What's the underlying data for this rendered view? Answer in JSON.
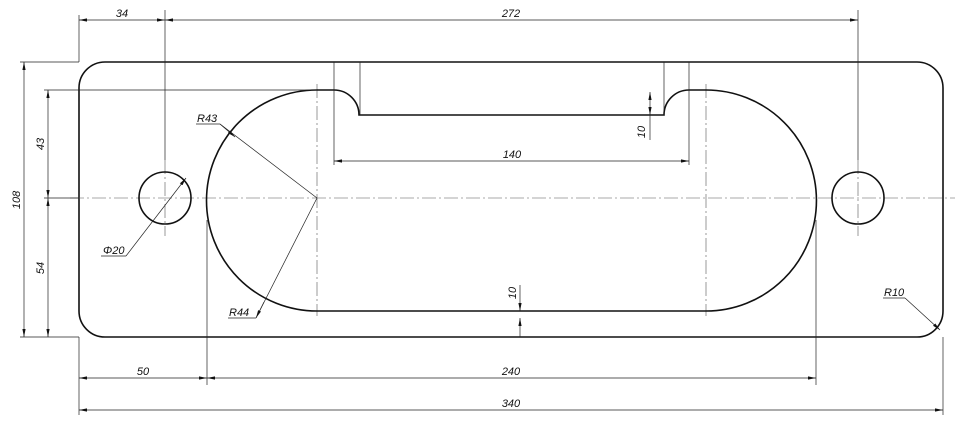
{
  "dimensions": {
    "left_hole_offset": "34",
    "hole_spacing": "272",
    "overall_height": "108",
    "upper_offset": "43",
    "lower_offset": "54",
    "hole_diameter": "Φ20",
    "upper_radius": "R43",
    "lower_radius": "R44",
    "slot_width": "140",
    "slot_depth": "10",
    "bottom_gap": "10",
    "corner_radius": "R10",
    "left_margin": "50",
    "cutout_width": "240",
    "overall_width": "340"
  }
}
